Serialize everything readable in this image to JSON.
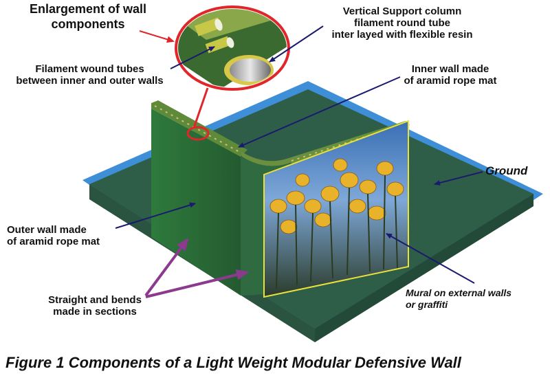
{
  "labels": {
    "enlargement_line1": "Enlargement of wall",
    "enlargement_line2": "components",
    "vertical_line1": "Vertical Support column",
    "vertical_line2": "filament round tube",
    "vertical_line3": "inter layed with flexible resin",
    "filament_line1": "Filament wound tubes",
    "filament_line2": "between inner and outer walls",
    "inner_line1": "Inner wall made",
    "inner_line2": "of aramid rope mat",
    "ground": "Ground",
    "outer_line1": "Outer wall made",
    "outer_line2": "of aramid rope mat",
    "mural_line1": "Mural on external walls",
    "mural_line2": "or graffiti",
    "straight_line1": "Straight and bends",
    "straight_line2": "made in sections"
  },
  "caption": "Figure 1  Components of a Light Weight Modular Defensive Wall",
  "colors": {
    "slab_top": "#2f5e48",
    "slab_edge": "#3f8fd8",
    "wall": "#2c6b3a",
    "highlight_ring": "#e0262a",
    "pointer_blue": "#1a1a6e",
    "pointer_purple": "#8b3a8e",
    "mural_border": "#e8e23a"
  }
}
